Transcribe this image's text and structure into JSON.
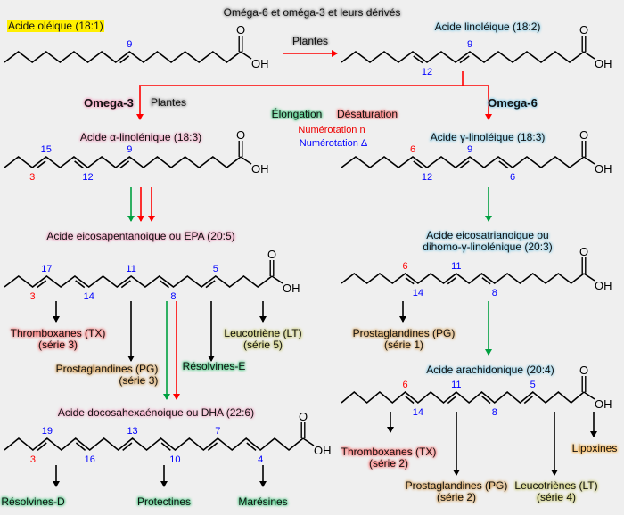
{
  "title": "Oméga-6 et oméga-3 et leurs dérivés",
  "colors": {
    "blue_num": "#0000ff",
    "red_num": "#ff0000",
    "elongation": "#00a040",
    "desaturation": "#ff0000",
    "bond": "#000000"
  },
  "legend": {
    "omega3": "Omega-3",
    "omega6": "Omega-6",
    "plantes": "Plantes",
    "plantes_top": "Plantes",
    "elongation": "Élongation",
    "desaturation": "Désaturation",
    "num_n": "Numérotation n",
    "num_delta": "Numérotation Δ"
  },
  "molecules": {
    "oleic": {
      "name": "Acide oléique (18:1)",
      "carbons": 18,
      "doubles": [
        9
      ],
      "labels": [
        {
          "t": "9",
          "c": "b"
        }
      ]
    },
    "linoleic": {
      "name": "Acide linoléique (18:2)",
      "carbons": 18,
      "doubles": [
        9,
        12
      ],
      "labels": [
        {
          "t": "9",
          "c": "b"
        },
        {
          "t": "12",
          "c": "b"
        }
      ]
    },
    "ala": {
      "name": "Acide α-linolénique (18:3)",
      "carbons": 18,
      "doubles": [
        9,
        12,
        15
      ],
      "labels": [
        {
          "t": "15",
          "c": "b"
        },
        {
          "t": "12",
          "c": "b"
        },
        {
          "t": "9",
          "c": "b"
        },
        {
          "t": "3",
          "c": "r"
        }
      ]
    },
    "gla": {
      "name": "Acide γ-linoléique (18:3)",
      "carbons": 18,
      "doubles": [
        6,
        9,
        12
      ],
      "labels": [
        {
          "t": "6",
          "c": "r"
        },
        {
          "t": "9",
          "c": "b"
        },
        {
          "t": "12",
          "c": "b"
        },
        {
          "t": "6",
          "c": "b"
        }
      ]
    },
    "epa": {
      "name": "Acide eicosapentanoique ou EPA (20:5)",
      "carbons": 20,
      "doubles": [
        5,
        8,
        11,
        14,
        17
      ],
      "labels": [
        {
          "t": "17",
          "c": "b"
        },
        {
          "t": "14",
          "c": "b"
        },
        {
          "t": "11",
          "c": "b"
        },
        {
          "t": "8",
          "c": "b"
        },
        {
          "t": "5",
          "c": "b"
        },
        {
          "t": "3",
          "c": "r"
        }
      ]
    },
    "dgla": {
      "name1": "Acide eicosatrianoique ou",
      "name2": "dihomo-γ-linolénique (20:3)",
      "carbons": 20,
      "doubles": [
        8,
        11,
        14
      ],
      "labels": [
        {
          "t": "6",
          "c": "r"
        },
        {
          "t": "14",
          "c": "b"
        },
        {
          "t": "11",
          "c": "b"
        },
        {
          "t": "8",
          "c": "b"
        }
      ]
    },
    "aa": {
      "name": "Acide arachidonique  (20:4)",
      "carbons": 20,
      "doubles": [
        5,
        8,
        11,
        14
      ],
      "labels": [
        {
          "t": "6",
          "c": "r"
        },
        {
          "t": "14",
          "c": "b"
        },
        {
          "t": "11",
          "c": "b"
        },
        {
          "t": "8",
          "c": "b"
        },
        {
          "t": "5",
          "c": "b"
        }
      ]
    },
    "dha": {
      "name": "Acide docosahexaénoique ou DHA (22:6)",
      "carbons": 22,
      "doubles": [
        4,
        7,
        10,
        13,
        16,
        19
      ],
      "labels": [
        {
          "t": "19",
          "c": "b"
        },
        {
          "t": "16",
          "c": "b"
        },
        {
          "t": "13",
          "c": "b"
        },
        {
          "t": "10",
          "c": "b"
        },
        {
          "t": "7",
          "c": "b"
        },
        {
          "t": "4",
          "c": "b"
        },
        {
          "t": "3",
          "c": "r"
        }
      ]
    }
  },
  "atoms": {
    "o": "O",
    "oh": "OH"
  },
  "products": {
    "tx3": {
      "l1": "Thromboxanes (TX)",
      "l2": "(série 3)"
    },
    "lt5": {
      "l1": "Leucotriène (LT)",
      "l2": "(série 5)"
    },
    "pg1": {
      "l1": "Prostaglandines (PG)",
      "l2": "(série 1)"
    },
    "pg3": {
      "l1": "Prostaglandines (PG)",
      "l2": "(série 3)"
    },
    "resE": "Résolvines-E",
    "tx2": {
      "l1": "Thromboxanes (TX)",
      "l2": "(série 2)"
    },
    "lipox": "Lipoxines",
    "pg2": {
      "l1": "Prostaglandines (PG)",
      "l2": "(série 2)"
    },
    "lt4": {
      "l1": "Leucotriènes (LT)",
      "l2": "(série 4)"
    },
    "resD": "Résolvines-D",
    "protect": "Protectines",
    "mares": "Marésines"
  }
}
